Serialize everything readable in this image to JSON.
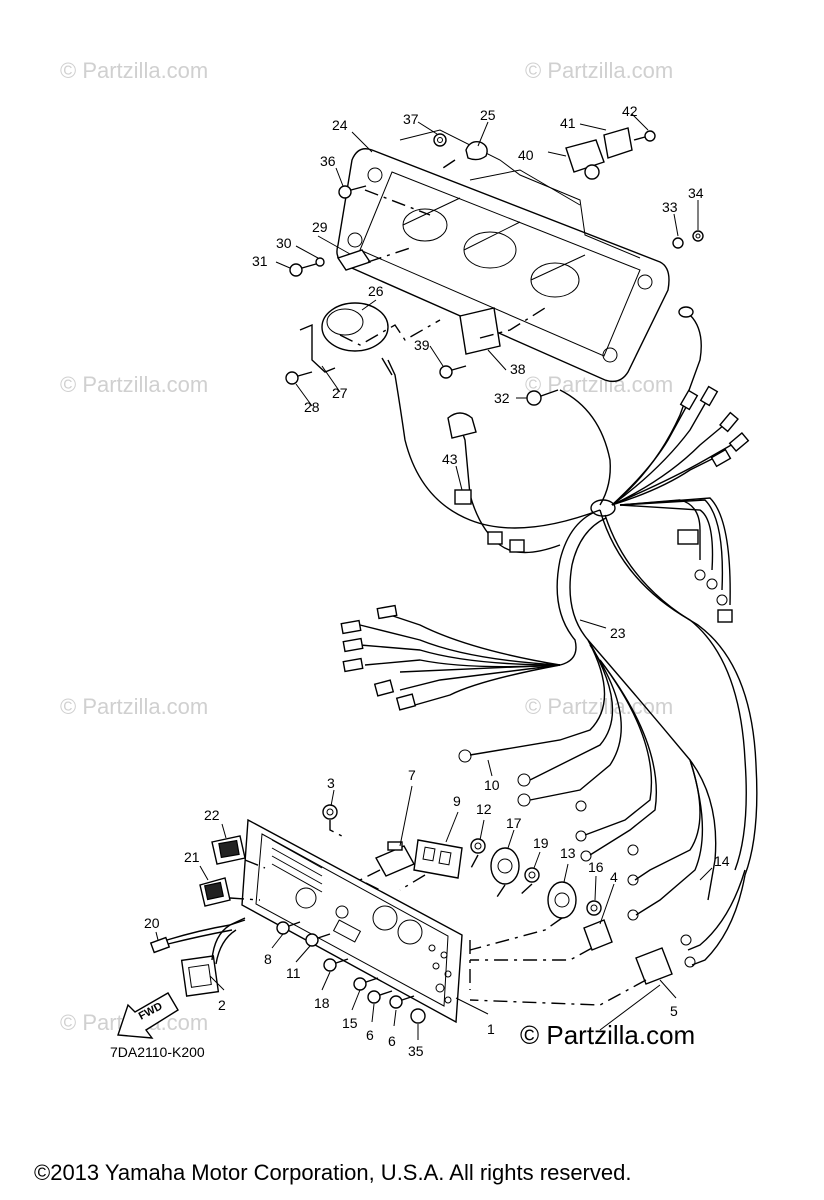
{
  "watermark": "© Partzilla.com",
  "partzilla_logo": "© Partzilla.com",
  "drawing_code": "7DA2110-K200",
  "fwd_label": "FWD",
  "copyright": "©2013  Yamaha Motor Corporation, U.S.A. All rights reserved.",
  "callouts": [
    "1",
    "2",
    "3",
    "4",
    "5",
    "6",
    "6",
    "7",
    "8",
    "9",
    "10",
    "11",
    "12",
    "13",
    "14",
    "15",
    "16",
    "17",
    "18",
    "19",
    "20",
    "21",
    "22",
    "23",
    "24",
    "25",
    "26",
    "27",
    "28",
    "29",
    "30",
    "31",
    "32",
    "33",
    "34",
    "35",
    "36",
    "37",
    "38",
    "39",
    "40",
    "41",
    "42",
    "43"
  ]
}
